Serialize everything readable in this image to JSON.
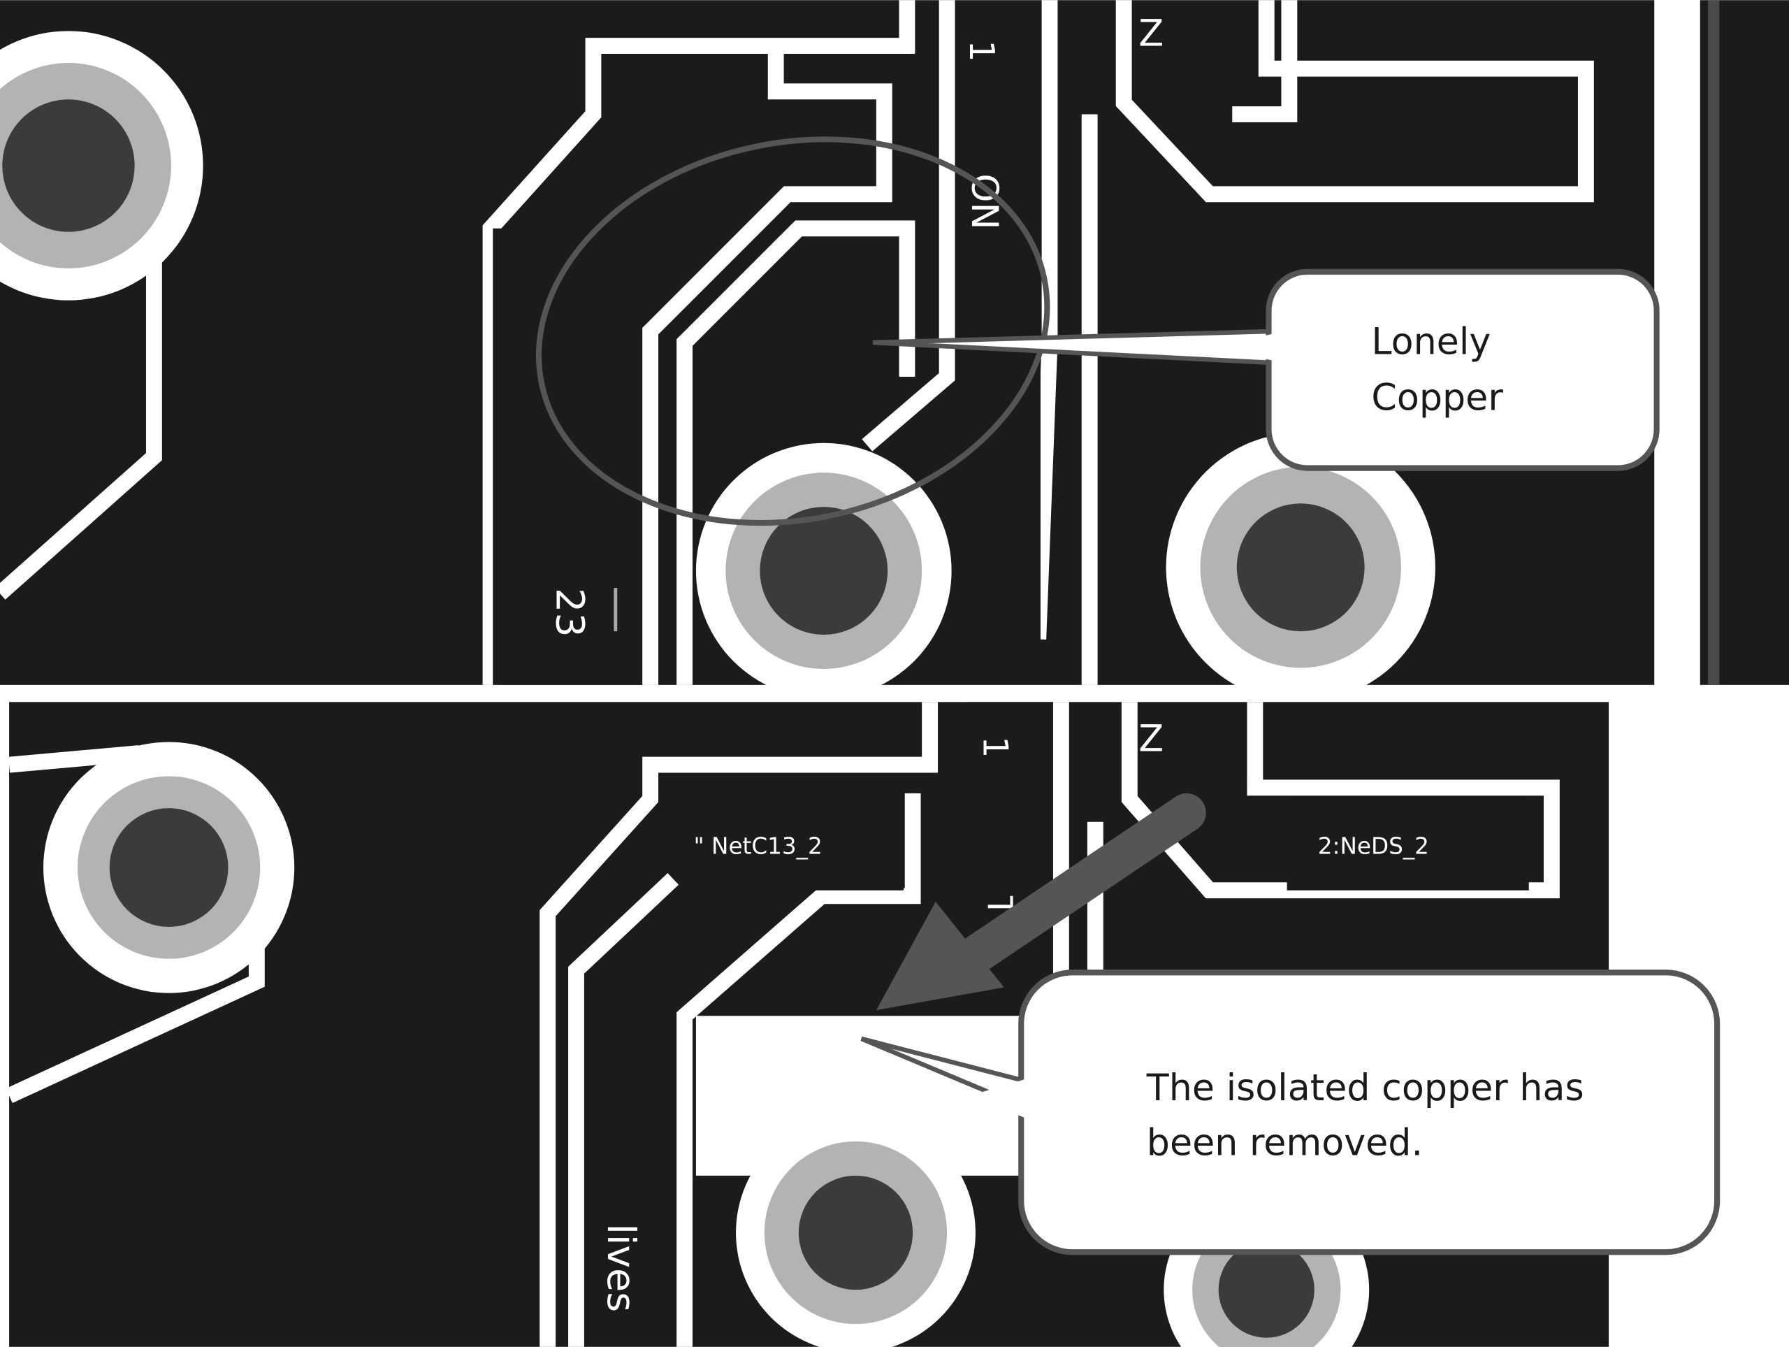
{
  "top_panel": {
    "silkscreen": {
      "label_1": "1",
      "label_on": "ON",
      "label_z": "Z",
      "label_23": "23"
    },
    "callout": {
      "line1": "Lonely",
      "line2": "Copper"
    },
    "highlight": "ellipse"
  },
  "bottom_panel": {
    "silkscreen": {
      "label_1": "1",
      "label_t": "T",
      "label_z": "Z",
      "label_lives": "lives"
    },
    "net_labels": {
      "left": "\" NetC13_2",
      "right": "2:NeDS_2"
    },
    "callout": {
      "line1": "The isolated copper has",
      "line2": "been removed."
    },
    "arrow": "arrow-down-left"
  },
  "colors": {
    "copper": "#1b1b1b",
    "clearance": "#ffffff",
    "pad_ring": "#b3b3b3",
    "pad_hole": "#3b3b3b",
    "annotation": "#555555"
  }
}
